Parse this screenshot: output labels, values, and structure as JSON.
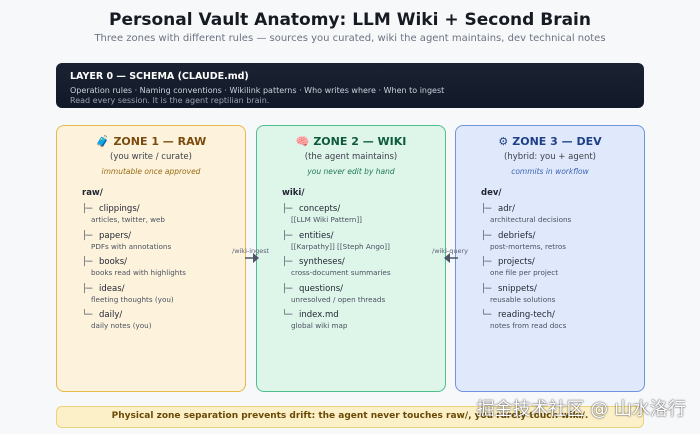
{
  "header": {
    "title": "Personal Vault Anatomy: LLM Wiki + Second Brain",
    "subtitle": "Three zones with different rules — sources you curated, wiki the agent maintains, dev technical notes"
  },
  "schema": {
    "title": "LAYER 0 — SCHEMA (CLAUDE.md)",
    "line1": "Operation rules · Naming conventions · Wikilink patterns · Who writes where · When to ingest",
    "line2": "Read every session. It is the agent reptilian brain."
  },
  "zones": [
    {
      "title": "ZONE 1 — RAW",
      "icon": "🧳",
      "icon_name": "bag-icon",
      "subtitle": "(you write / curate)",
      "note": "immutable once approved",
      "root": "raw/",
      "items": [
        {
          "branch": "├─",
          "name": "clippings/",
          "desc": "articles, twitter, web"
        },
        {
          "branch": "├─",
          "name": "papers/",
          "desc": "PDFs with annotations"
        },
        {
          "branch": "├─",
          "name": "books/",
          "desc": "books read with highlights"
        },
        {
          "branch": "├─",
          "name": "ideas/",
          "desc": "fleeting thoughts (you)"
        },
        {
          "branch": "└─",
          "name": "daily/",
          "desc": "daily notes (you)"
        }
      ]
    },
    {
      "title": "ZONE 2 — WIKI",
      "icon": "🧠",
      "icon_name": "brain-icon",
      "subtitle": "(the agent maintains)",
      "note": "you never edit by hand",
      "root": "wiki/",
      "items": [
        {
          "branch": "├─",
          "name": "concepts/",
          "desc": "[[LLM Wiki Pattern]]"
        },
        {
          "branch": "├─",
          "name": "entities/",
          "desc": "[[Karpathy]] [[Steph Ango]]"
        },
        {
          "branch": "├─",
          "name": "syntheses/",
          "desc": "cross-document summaries"
        },
        {
          "branch": "├─",
          "name": "questions/",
          "desc": "unresolved / open threads"
        },
        {
          "branch": "└─",
          "name": "index.md",
          "desc": "global wiki map"
        }
      ]
    },
    {
      "title": "ZONE 3 — DEV",
      "icon": "⚙",
      "icon_name": "gear-icon",
      "subtitle": "(hybrid: you + agent)",
      "note": "commits in workflow",
      "root": "dev/",
      "items": [
        {
          "branch": "├─",
          "name": "adr/",
          "desc": "architectural decisions"
        },
        {
          "branch": "├─",
          "name": "debriefs/",
          "desc": "post-mortems, retros"
        },
        {
          "branch": "├─",
          "name": "projects/",
          "desc": "one file per project"
        },
        {
          "branch": "├─",
          "name": "snippets/",
          "desc": "reusable solutions"
        },
        {
          "branch": "└─",
          "name": "reading-tech/",
          "desc": "notes from read docs"
        }
      ]
    }
  ],
  "flows": {
    "ingest_label": "/wiki-ingest",
    "query_label": "/wiki-query"
  },
  "footer": {
    "text": "Physical zone separation prevents drift: the agent never touches raw/, you rarely touch wiki/."
  },
  "watermark": {
    "text": "掘金技术社区 @ 山水洛行"
  },
  "colors": {
    "raw_accent": "#e7b84a",
    "wiki_accent": "#4fbf8d",
    "dev_accent": "#6e95dd",
    "schema_bg": "#111827"
  }
}
